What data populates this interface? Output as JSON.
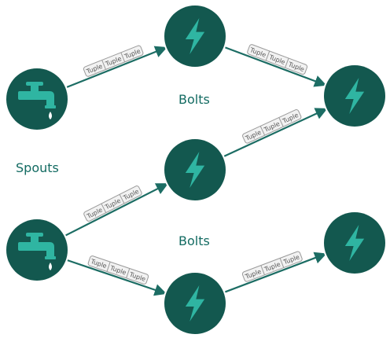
{
  "labels": {
    "spouts": "Spouts",
    "bolts_upper": "Bolts",
    "bolts_lower": "Bolts"
  },
  "tuple_label": "Tuple",
  "colors": {
    "node_fill": "#13584f",
    "node_inner": "#2fb5a2",
    "arrow": "#1c6d64",
    "tuple_border": "#9a9a9a",
    "tuple_fill": "#f2f2f2",
    "tuple_text": "#555555",
    "label_text": "#136b62"
  },
  "nodes": [
    {
      "id": "spout-1",
      "kind": "spout",
      "icon": "faucet-icon"
    },
    {
      "id": "spout-2",
      "kind": "spout",
      "icon": "faucet-icon"
    },
    {
      "id": "bolt-1",
      "kind": "bolt",
      "icon": "lightning-icon"
    },
    {
      "id": "bolt-2",
      "kind": "bolt",
      "icon": "lightning-icon"
    },
    {
      "id": "bolt-3",
      "kind": "bolt",
      "icon": "lightning-icon"
    },
    {
      "id": "bolt-4",
      "kind": "bolt",
      "icon": "lightning-icon"
    },
    {
      "id": "bolt-5",
      "kind": "bolt",
      "icon": "lightning-icon"
    }
  ],
  "edges": [
    {
      "from": "spout-1",
      "to": "bolt-1",
      "tuples": 3
    },
    {
      "from": "bolt-1",
      "to": "bolt-2",
      "tuples": 3
    },
    {
      "from": "bolt-3",
      "to": "bolt-2",
      "tuples": 3
    },
    {
      "from": "spout-2",
      "to": "bolt-3",
      "tuples": 3
    },
    {
      "from": "spout-2",
      "to": "bolt-4",
      "tuples": 3
    },
    {
      "from": "bolt-4",
      "to": "bolt-5",
      "tuples": 3
    }
  ]
}
